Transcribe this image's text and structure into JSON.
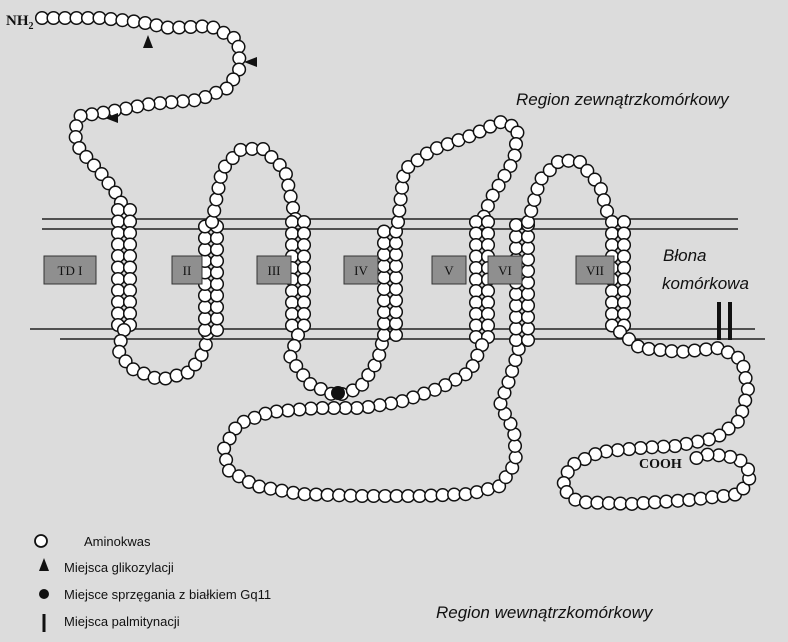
{
  "labels": {
    "nh2_main": "NH",
    "nh2_sub": "2",
    "extracellular": "Region zewnątrzkomórkowy",
    "membrane_line1": "Błona",
    "membrane_line2": "komórkowa",
    "intracellular": "Region wewnątrzkomórkowy",
    "cooh": "COOH"
  },
  "domains": [
    "TD I",
    "II",
    "III",
    "IV",
    "V",
    "VI",
    "VII"
  ],
  "legend": [
    {
      "symbol": "circle",
      "label": "Aminokwas"
    },
    {
      "symbol": "triangle",
      "label": "Miejsca glikozylacji"
    },
    {
      "symbol": "dot",
      "label": "Miejsce sprzęgania z białkiem Gq11"
    },
    {
      "symbol": "arrow-down",
      "label": "Miejsca palmitynacji"
    }
  ],
  "colors": {
    "background": "#dcdcdc",
    "box_fill": "#8f8f8f",
    "line": "#222222",
    "bead_fill": "#ffffff"
  }
}
